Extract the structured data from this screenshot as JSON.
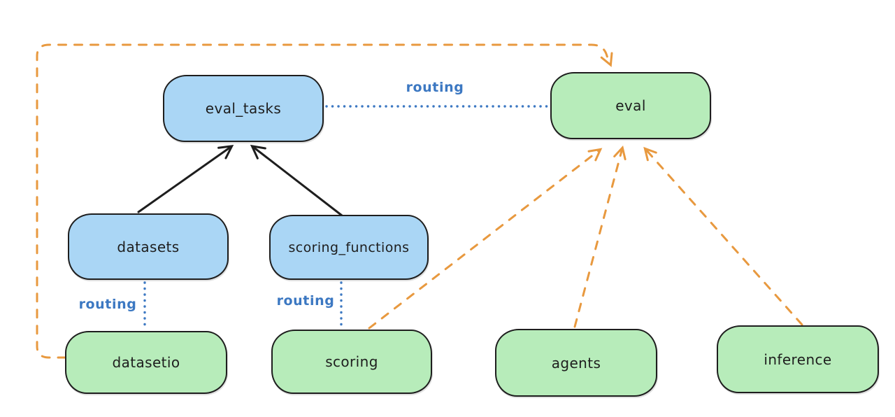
{
  "colors": {
    "background": "#ffffff",
    "stroke": "#1e1e1e",
    "blue_fill": "#aad6f5",
    "green_fill": "#b7ecba",
    "routing_blue": "#3c78c2",
    "orange": "#e8993f"
  },
  "nodes": {
    "eval_tasks": {
      "label": "eval_tasks",
      "color": "blue"
    },
    "eval": {
      "label": "eval",
      "color": "green"
    },
    "datasets": {
      "label": "datasets",
      "color": "blue"
    },
    "scoring_functions": {
      "label": "scoring_functions",
      "color": "blue"
    },
    "datasetio": {
      "label": "datasetio",
      "color": "green"
    },
    "scoring": {
      "label": "scoring",
      "color": "green"
    },
    "agents": {
      "label": "agents",
      "color": "green"
    },
    "inference": {
      "label": "inference",
      "color": "green"
    }
  },
  "edges": {
    "datasets_to_eval_tasks": {
      "from": "datasets",
      "to": "eval_tasks",
      "style": "solid-black-arrow"
    },
    "scoring_functions_to_eval_tasks": {
      "from": "scoring_functions",
      "to": "eval_tasks",
      "style": "solid-black-arrow"
    },
    "eval_tasks_to_eval": {
      "from": "eval_tasks",
      "to": "eval",
      "style": "dotted-blue",
      "label": "routing"
    },
    "datasets_to_datasetio": {
      "from": "datasets",
      "to": "datasetio",
      "style": "dotted-blue",
      "label": "routing"
    },
    "scoring_functions_to_scoring": {
      "from": "scoring_functions",
      "to": "scoring",
      "style": "dotted-blue",
      "label": "routing"
    },
    "datasetio_to_eval": {
      "from": "datasetio",
      "to": "eval",
      "style": "dashed-orange-arrow"
    },
    "scoring_to_eval": {
      "from": "scoring",
      "to": "eval",
      "style": "dashed-orange-arrow"
    },
    "agents_to_eval": {
      "from": "agents",
      "to": "eval",
      "style": "dashed-orange-arrow"
    },
    "inference_to_eval": {
      "from": "inference",
      "to": "eval",
      "style": "dashed-orange-arrow"
    }
  }
}
